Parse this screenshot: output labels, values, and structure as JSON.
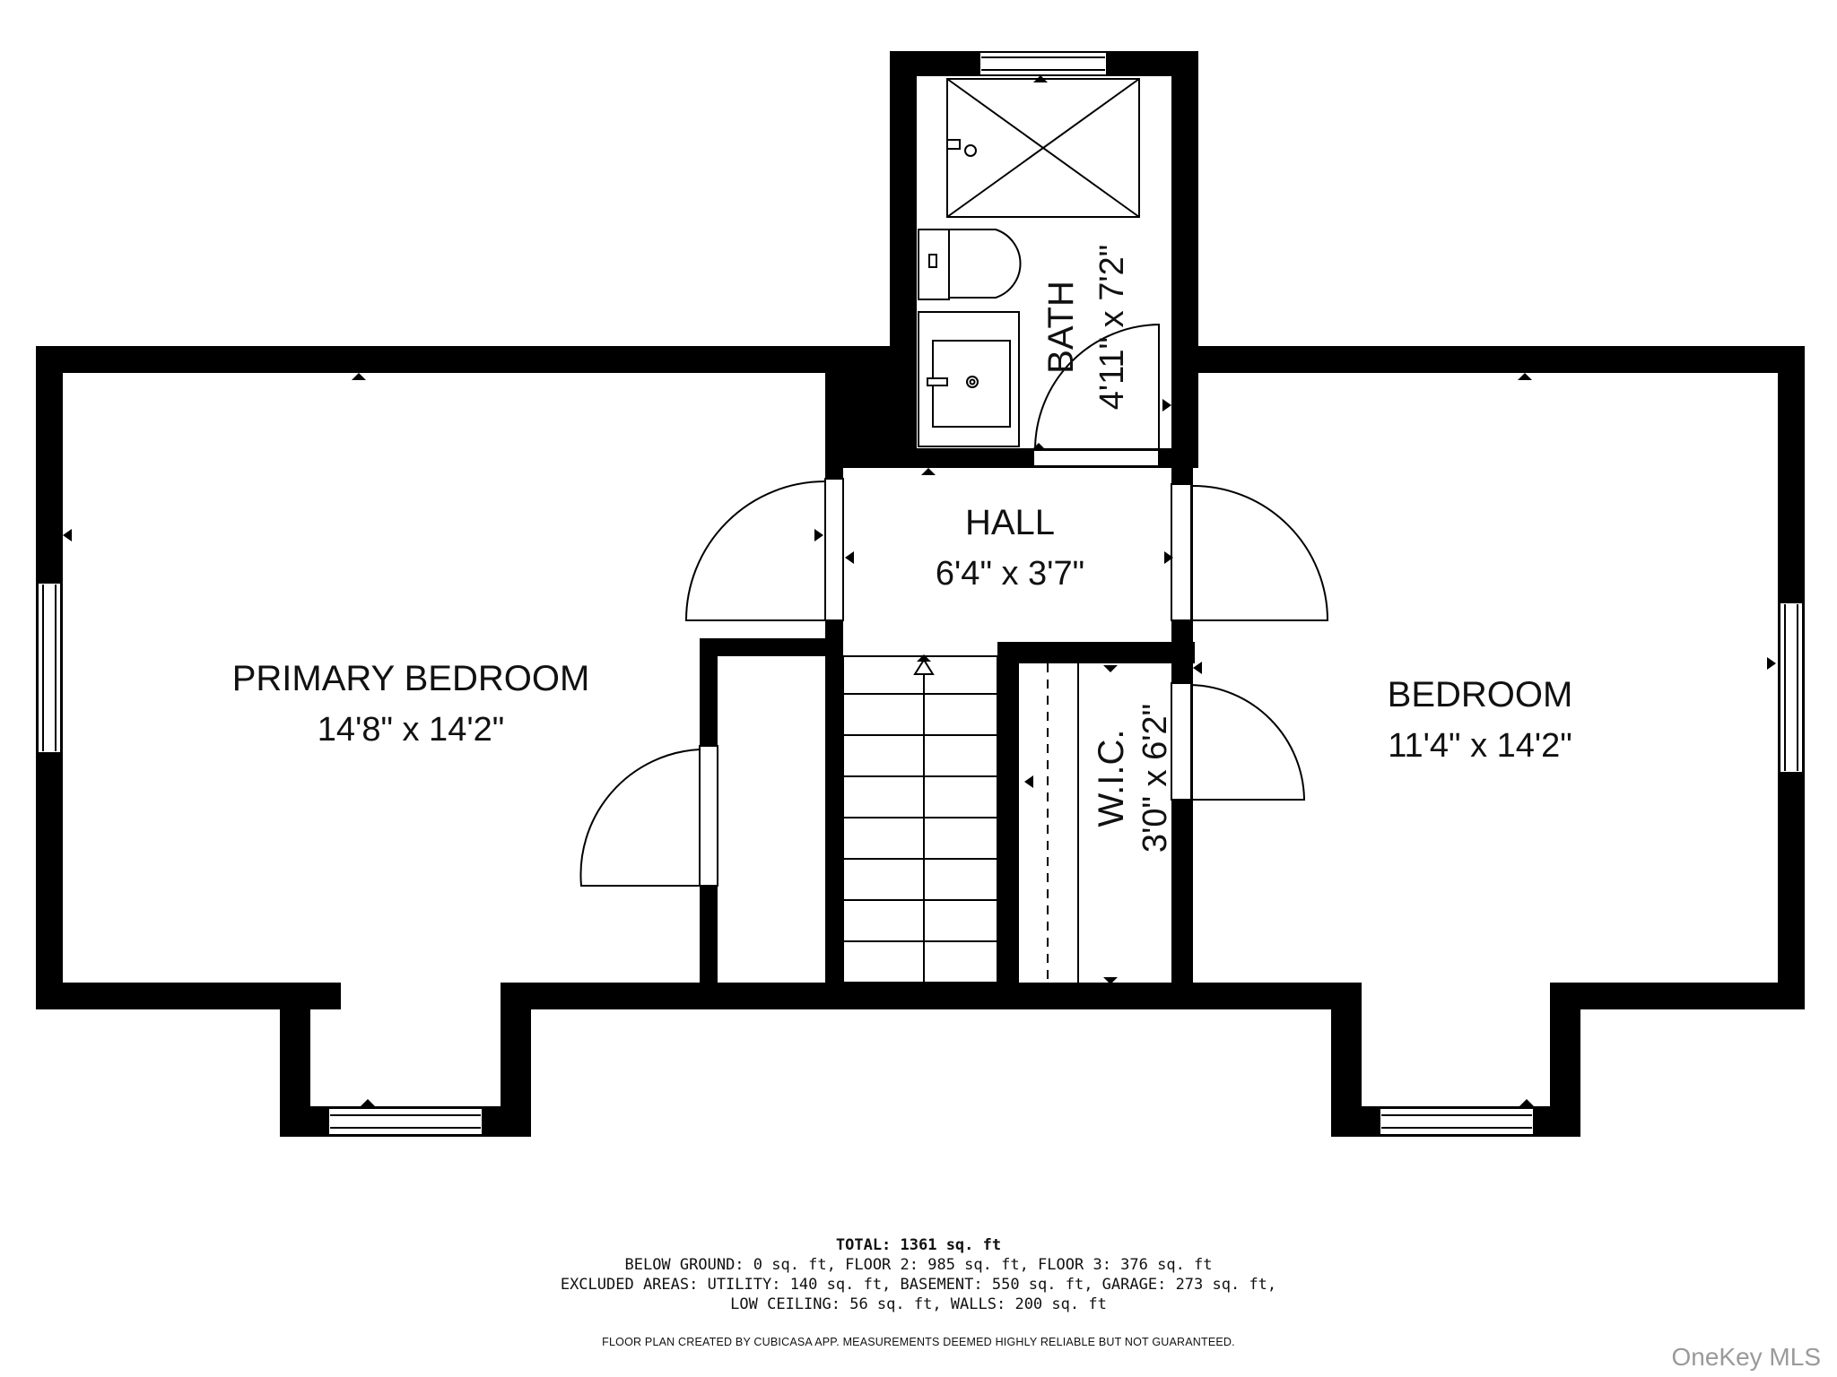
{
  "rooms": {
    "primary_bedroom": {
      "name": "PRIMARY BEDROOM",
      "size": "14'8\" x 14'2\""
    },
    "bedroom": {
      "name": "BEDROOM",
      "size": "11'4\" x 14'2\""
    },
    "hall": {
      "name": "HALL",
      "size": "6'4\" x 3'7\""
    },
    "bath": {
      "name": "BATH",
      "size": "4'11\" x 7'2\""
    },
    "wic": {
      "name": "W.I.C.",
      "size": "3'0\" x 6'2\""
    }
  },
  "stats": {
    "total": "TOTAL: 1361 sq. ft",
    "line1": "BELOW GROUND: 0 sq. ft, FLOOR 2: 985 sq. ft, FLOOR 3: 376 sq. ft",
    "line2": "EXCLUDED AREAS: UTILITY: 140 sq. ft, BASEMENT: 550 sq. ft, GARAGE: 273 sq. ft,",
    "line3": "LOW CEILING: 56 sq. ft, WALLS: 200 sq. ft"
  },
  "credit": "FLOOR PLAN CREATED BY CUBICASA APP. MEASUREMENTS DEEMED HIGHLY RELIABLE BUT NOT GUARANTEED.",
  "watermark": "OneKey MLS"
}
